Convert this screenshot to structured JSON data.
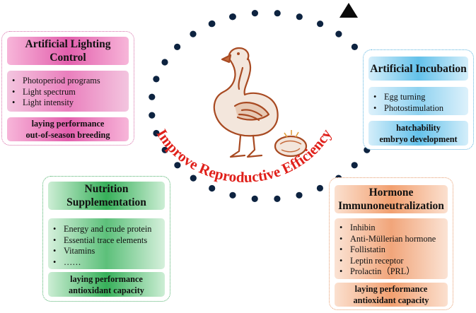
{
  "center_label": "Improve Reproductive Efficiency",
  "colors": {
    "lighting": "#e35fad",
    "incubation": "#63c1ea",
    "nutrition": "#37b05a",
    "hormone": "#f2a070",
    "center_label": "#e0201a",
    "dots": "#0d2340",
    "goose": "#b0532a"
  },
  "icons": [
    "goose-icon",
    "egg-icon",
    "arrowhead-icon"
  ],
  "panels": {
    "lighting": {
      "title_line1": "Artificial Lighting",
      "title_line2": "Control",
      "items": [
        "Photoperiod programs",
        "Light spectrum",
        "Light intensity"
      ],
      "outcome_line1": "laying performance",
      "outcome_line2": "out-of-season breeding"
    },
    "incubation": {
      "title_line1": "Artificial Incubation",
      "items": [
        "Egg turning",
        "Photostimulation"
      ],
      "outcome_line1": "hatchability",
      "outcome_line2": "embryo development"
    },
    "nutrition": {
      "title_line1": "Nutrition",
      "title_line2": "Supplementation",
      "items": [
        "Energy and crude protein",
        "Essential trace elements",
        "Vitamins",
        "……"
      ],
      "outcome_line1": "laying performance",
      "outcome_line2": "antioxidant capacity"
    },
    "hormone": {
      "title_line1": "Hormone",
      "title_line2": "Immunoneutralization",
      "items": [
        "Inhibin",
        "Anti-Müllerian hormone",
        "Follistatin",
        "Leptin receptor",
        "Prolactin（PRL）"
      ],
      "outcome_line1": "laying performance",
      "outcome_line2": "antioxidant capacity"
    }
  }
}
